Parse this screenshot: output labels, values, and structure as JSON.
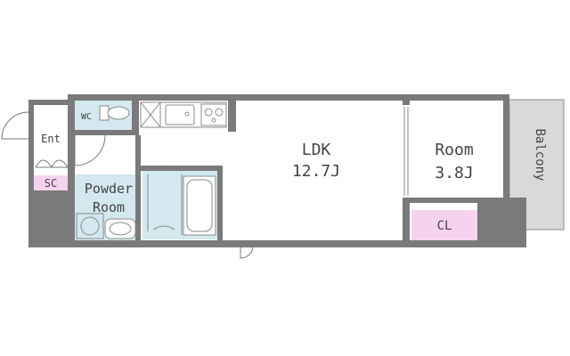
{
  "rooms": {
    "ldk": {
      "name": "LDK",
      "size": "12.7J"
    },
    "room": {
      "name": "Room",
      "size": "3.8J"
    },
    "powder": {
      "line1": "Powder",
      "line2": "Room"
    },
    "closet": "CL",
    "shoe_cabinet": "SC",
    "entrance": "Ent",
    "toilet": "WC",
    "balcony": "Balcony"
  },
  "colors": {
    "wall": "#7a7a7a",
    "wet_area": "#d3e8ef",
    "storage": "#f5d3ee",
    "balcony": "#d9d9d9",
    "fixture_line": "#8a8a8a"
  },
  "icons": [
    "door-swing-icon",
    "toilet-icon",
    "sink-icon",
    "gas-stove-icon",
    "washing-machine-icon",
    "bathtub-icon",
    "window-icon"
  ]
}
